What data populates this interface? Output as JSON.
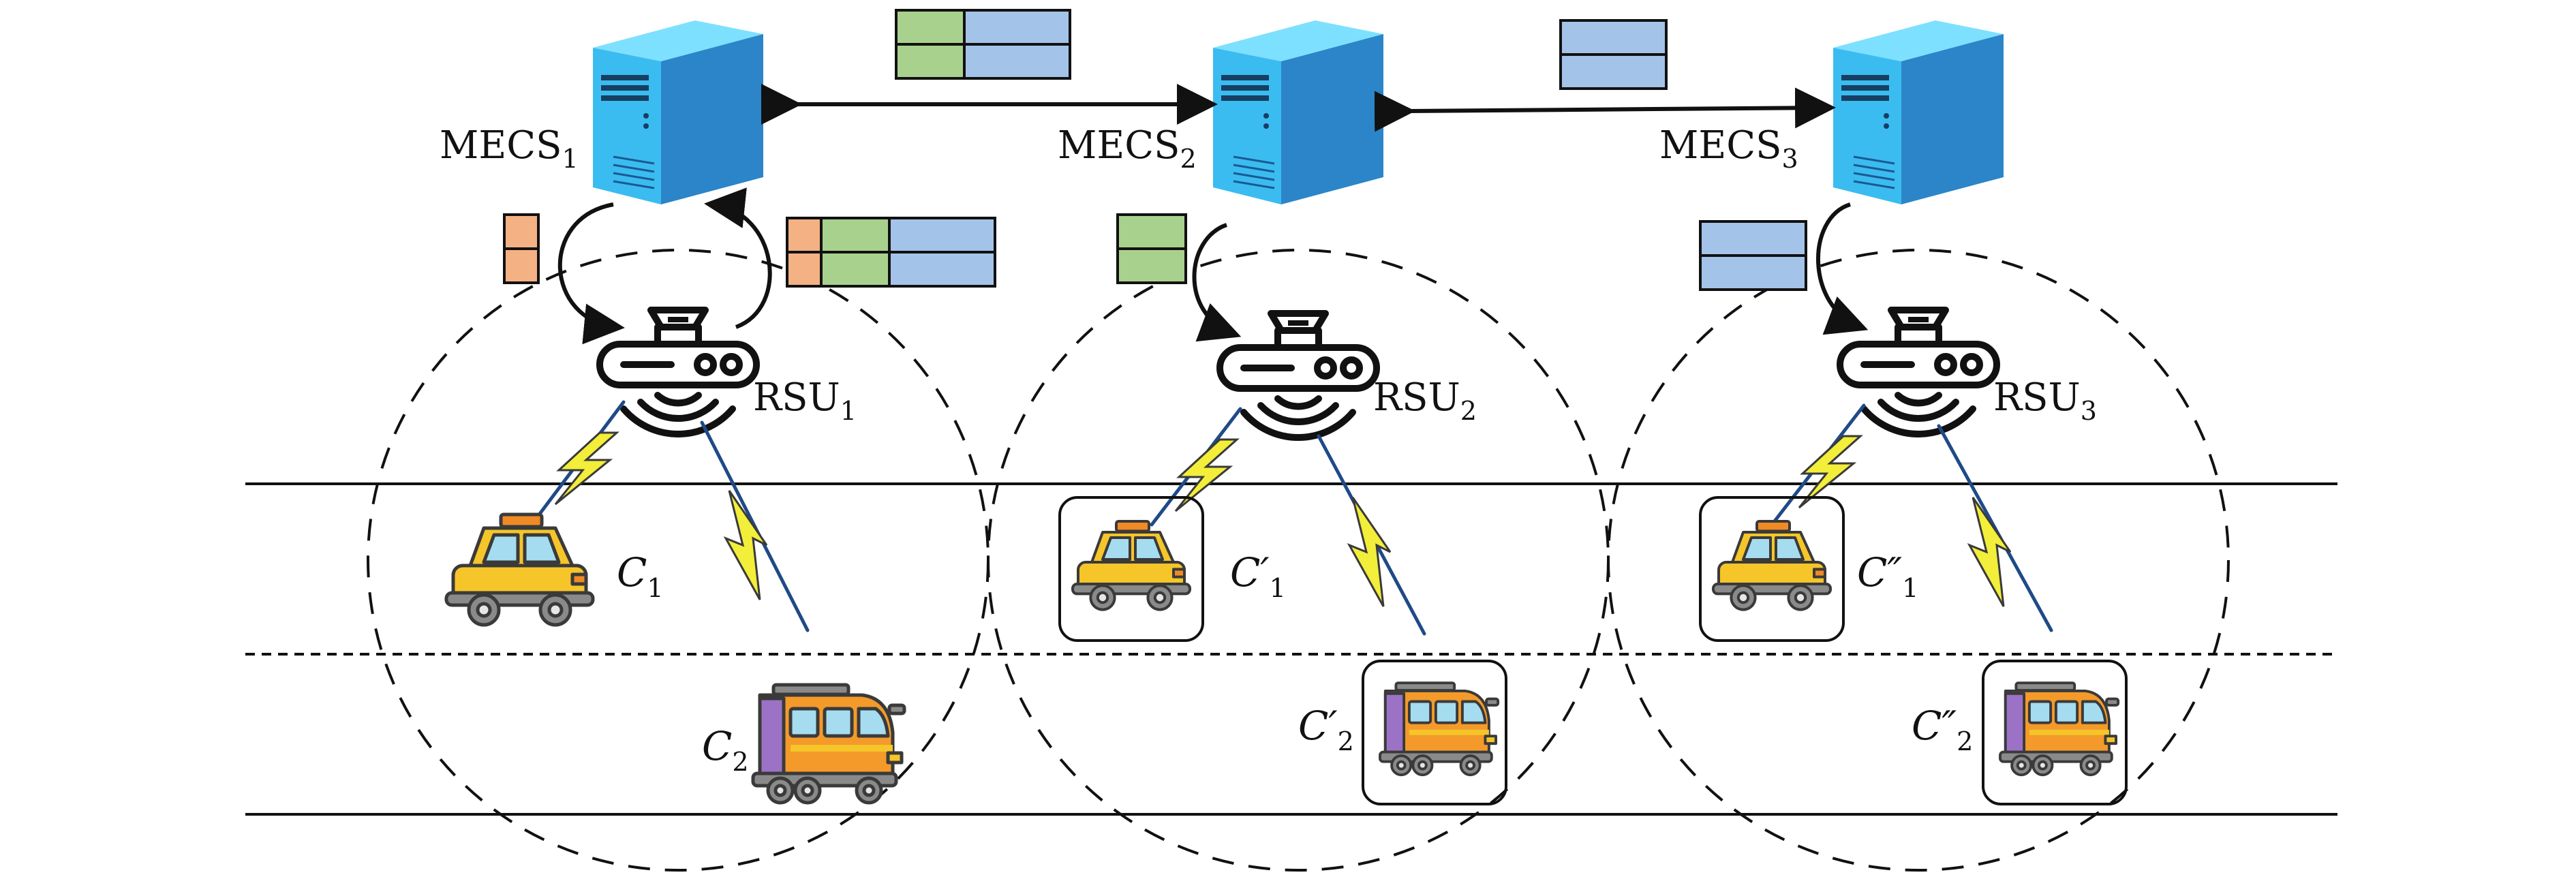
{
  "servers": [
    {
      "label": "MECS",
      "sub": "1"
    },
    {
      "label": "MECS",
      "sub": "2"
    },
    {
      "label": "MECS",
      "sub": "3"
    }
  ],
  "rsus": [
    {
      "label": "RSU",
      "sub": "1"
    },
    {
      "label": "RSU",
      "sub": "2"
    },
    {
      "label": "RSU",
      "sub": "3"
    }
  ],
  "vehicles": {
    "c1": {
      "name": "C",
      "sub": "1",
      "prime": ""
    },
    "c2": {
      "name": "C",
      "sub": "2",
      "prime": ""
    },
    "c1p": {
      "name": "C",
      "sub": "1",
      "prime": "′"
    },
    "c2p": {
      "name": "C",
      "sub": "2",
      "prime": "′"
    },
    "c1pp": {
      "name": "C",
      "sub": "1",
      "prime": "″"
    },
    "c2pp": {
      "name": "C",
      "sub": "2",
      "prime": "″"
    }
  },
  "colors": {
    "orange_block": "#f4b184",
    "green_block": "#a9d18e",
    "blue_block": "#a4c3e8",
    "server_front": "#2f8ad0",
    "server_side": "#3bbcf0",
    "taxi_yellow": "#f5c52a",
    "bus_orange": "#f49a2a",
    "lightning": "#f2ee3a"
  }
}
